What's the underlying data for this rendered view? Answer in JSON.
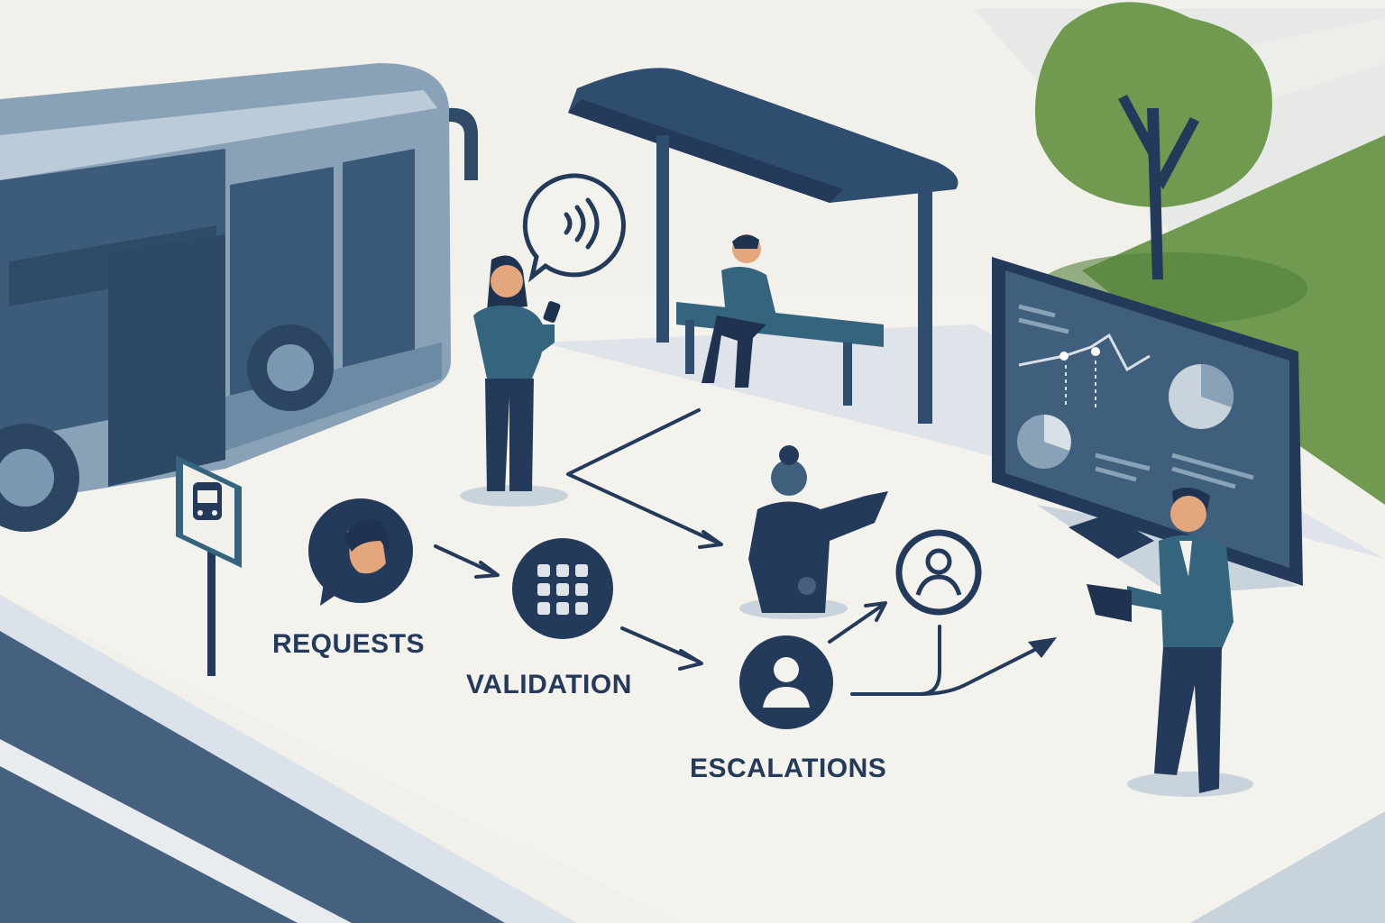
{
  "labels": {
    "requests": "REQUESTS",
    "validation": "VALIDATION",
    "escalations": "ESCALATIONS"
  },
  "colors": {
    "navy": "#243a5a",
    "teal": "#35647e",
    "slate": "#3f5f7d",
    "bus_light": "#8aa2b8",
    "pavement": "#f1f0ea",
    "road": "#46617f",
    "grass": "#6f9a4f",
    "skin": "#e4a77d"
  },
  "icons": [
    "bus-icon",
    "speech-wave-icon",
    "person-bubble-icon",
    "grid-icon",
    "user-circle-icon",
    "line-chart-icon",
    "pie-chart-icon"
  ]
}
